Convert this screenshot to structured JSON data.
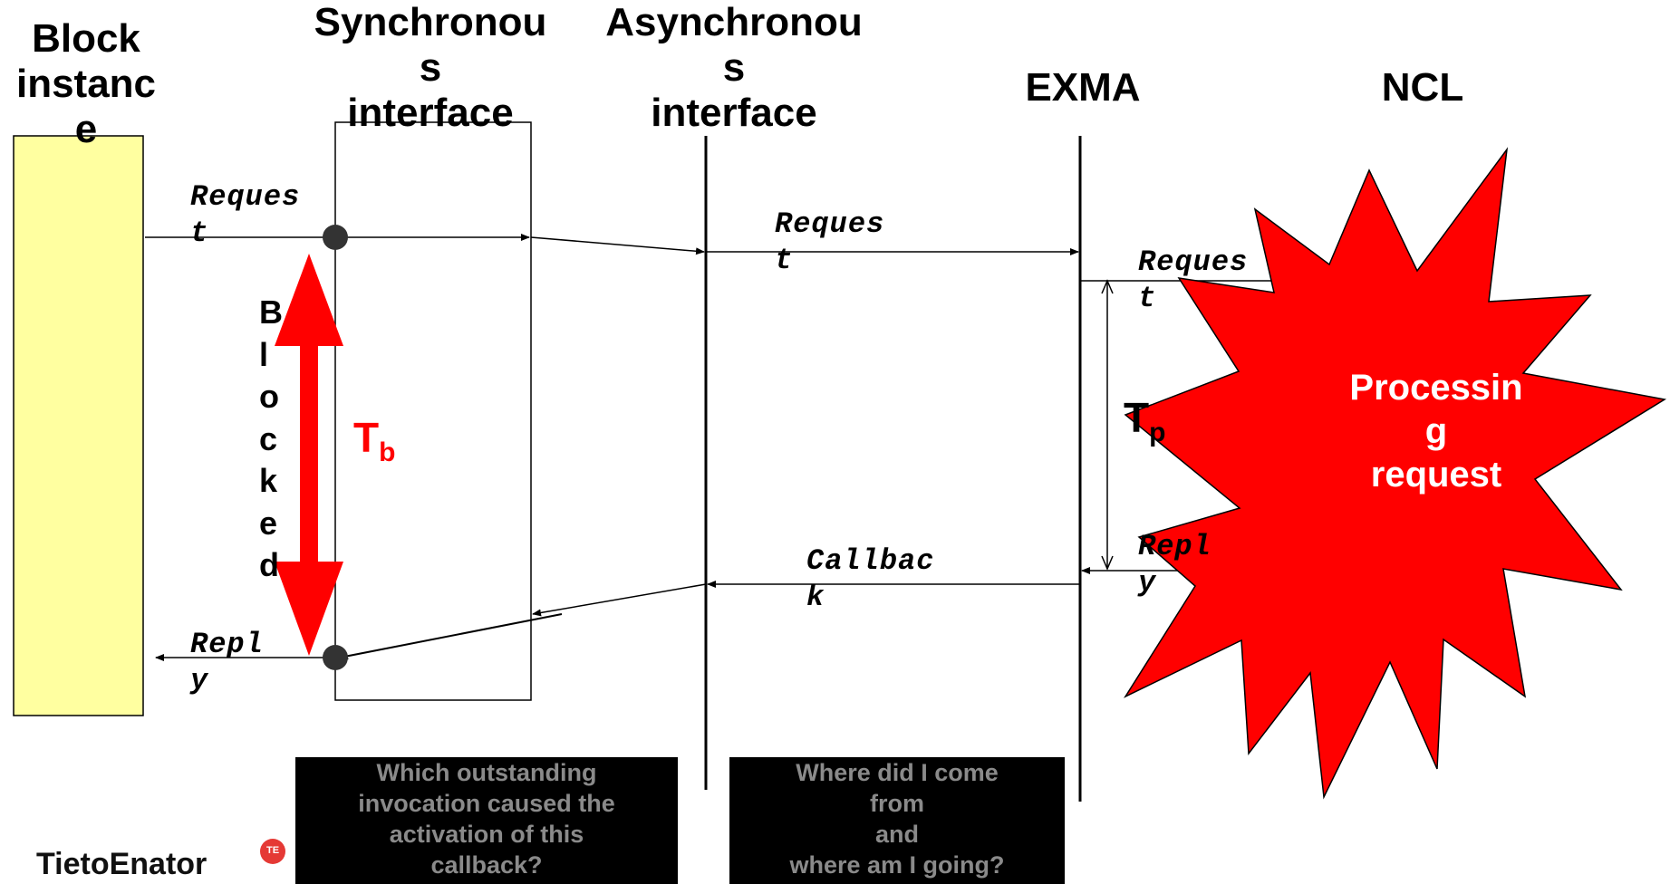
{
  "participants": {
    "block_instance": "Block\ninstanc\ne",
    "sync_interface": "Synchronou\ns\ninterface",
    "async_interface": "Asynchronou\ns\ninterface",
    "exma": "EXMA",
    "ncl": "NCL"
  },
  "messages": {
    "request_1": "Reques\nt",
    "request_2": "Reques\nt",
    "request_3": "Reques\nt",
    "reply_1": "Repl\ny",
    "reply_2": "Repl\ny",
    "callback": "Callbac\nk"
  },
  "blocked_label": "B\nl\no\nc\nk\ne\nd",
  "tb": {
    "main": "T",
    "sub": "b"
  },
  "tp": {
    "main": "T",
    "sub": "p"
  },
  "ncl_text": "Processin\ng\nrequest",
  "questions": {
    "left": "Which outstanding\ninvocation caused the\nactivation of this\ncallback?",
    "right": "Where did I come\nfrom\nand\nwhere am I going?"
  },
  "logo": "TietoEnator",
  "logo_badge": "TE",
  "colors": {
    "block_fill": "#ffffa0",
    "red": "#ff0000",
    "star_fill": "#ff0000",
    "question_bg": "#000000"
  }
}
